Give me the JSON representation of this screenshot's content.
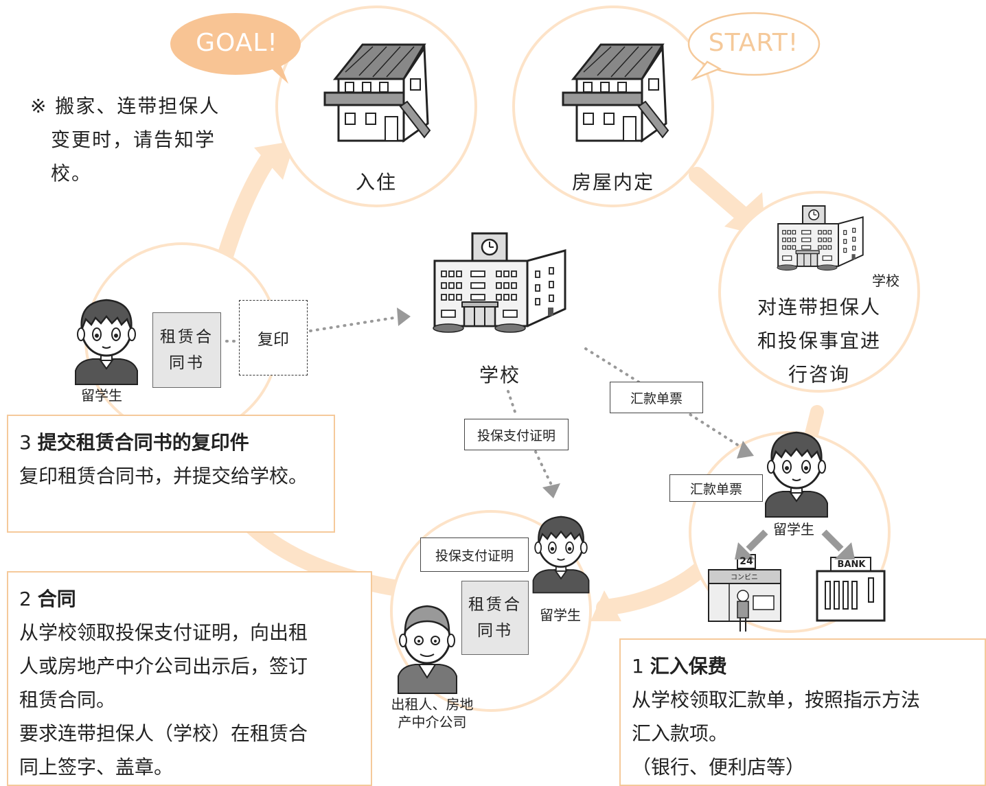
{
  "bubbles": {
    "goal": "GOAL!",
    "start": "START!"
  },
  "note": {
    "line1": "※ 搬家、连带担保人",
    "line2": "变更时，请告知学",
    "line3": "校。"
  },
  "stages": {
    "move_in": "入住",
    "decide": "房屋内定",
    "consult": {
      "label_small": "学校",
      "line1": "对连带担保人",
      "line2": "和投保事宜进",
      "line3": "行咨询"
    }
  },
  "school_center": "学校",
  "student_label": "留学生",
  "landlord_label": {
    "line1": "出租人、房地",
    "line2": "产中介公司"
  },
  "papers": {
    "lease": {
      "line1": "租赁合",
      "line2": "同书"
    },
    "copy": "复印",
    "remittance": "汇款单票",
    "insurance_proof": "投保支付证明"
  },
  "shops": {
    "convenience_number": "24",
    "convenience_sign": "コンビニ",
    "bank_sign": "BANK"
  },
  "steps": {
    "step3": {
      "num": "3",
      "title": "提交租赁合同书的复印件",
      "body": "复印租赁合同书，并提交给学校。"
    },
    "step2": {
      "num": "2",
      "title": "合同",
      "line1": "从学校领取投保支付证明，向出租",
      "line2": "人或房地产中介公司出示后，签订",
      "line3": "租赁合同。",
      "line4": "要求连带担保人（学校）在租赁合",
      "line5": "同上签字、盖章。"
    },
    "step1": {
      "num": "1",
      "title": "汇入保费",
      "line1": "从学校领取汇款单，按照指示方法",
      "line2": "汇入款项。",
      "line3": "（银行、便利店等）"
    }
  },
  "colors": {
    "circle": "#fde3c8",
    "bubble_goal": "#f8c494",
    "accent_border": "#f5c99a",
    "paper": "#e6e6e6"
  }
}
